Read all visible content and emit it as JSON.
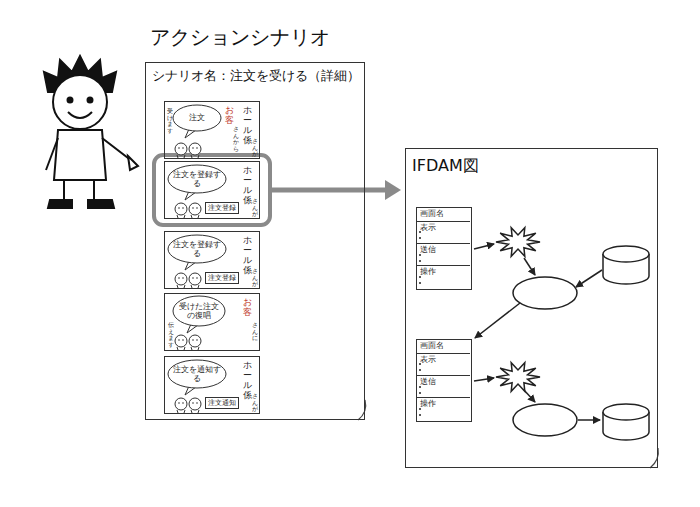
{
  "diagram": {
    "title": "アクションシナリオ",
    "nodes": [
      {
        "text": [
          "シナリオ名：注文を受ける（詳細）"
        ]
      },
      {
        "text": [
          "注文",
          "受けます",
          "お客",
          "さんから",
          "ホール係",
          "さんが"
        ],
        "in": 0
      },
      {
        "text": [
          "注文を登録する",
          "注文登録",
          "ホール係",
          "さんが"
        ],
        "in": 0
      },
      {
        "text": [
          "注文を登録する",
          "注文登録",
          "ホール係",
          "さんが"
        ],
        "in": 0
      },
      {
        "text": [
          "受けた注文の復唱",
          "伝えます",
          "お客",
          "さんに"
        ],
        "in": 0
      },
      {
        "text": [
          "注文を通知する",
          "注文通知",
          "ホール係",
          "さんが"
        ],
        "in": 0
      },
      {
        "text": [
          "IFDAM図"
        ]
      },
      {
        "text": [
          "画面名",
          "表示",
          "送信",
          "操作"
        ],
        "in": 6
      },
      {
        "text": [
          "画面名",
          "表示",
          "送信",
          "操作"
        ],
        "in": 6
      }
    ],
    "edges": [
      {
        "from": 2,
        "to": 6,
        "arrow": "to"
      }
    ]
  }
}
